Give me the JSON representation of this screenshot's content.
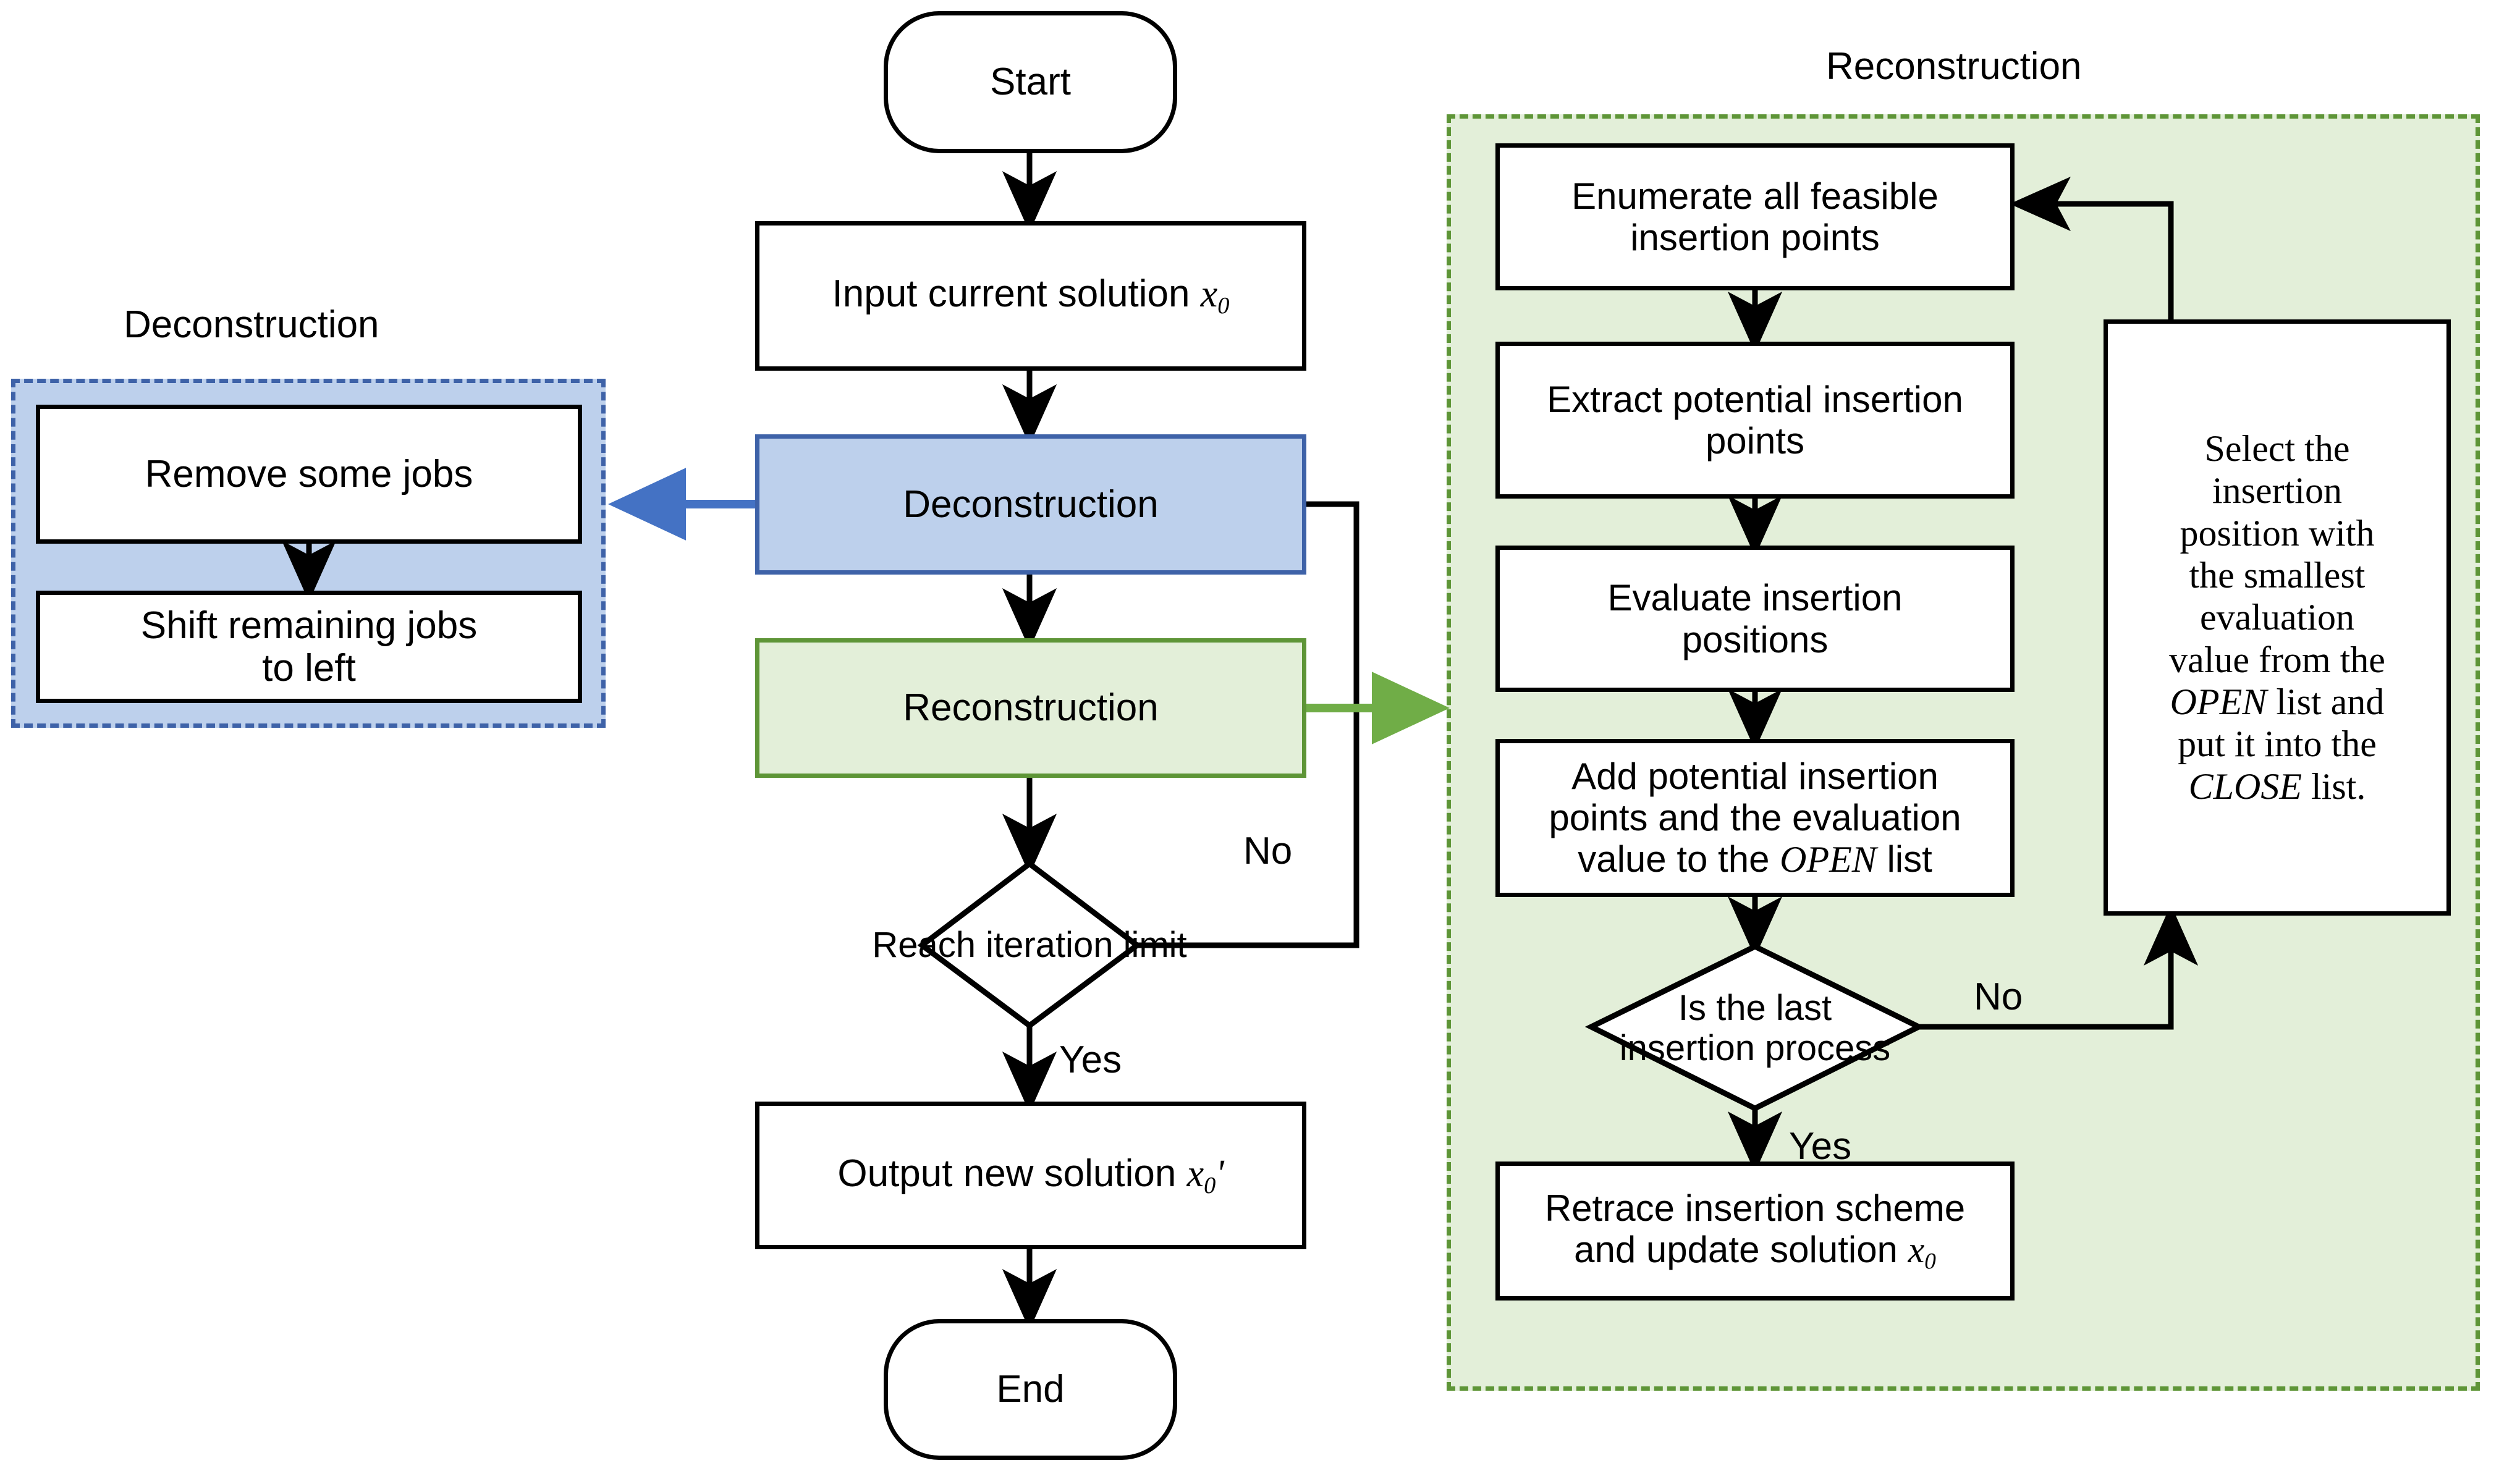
{
  "diagram": {
    "title": "Deconstruction-Reconstruction iterative improvement flowchart",
    "colors": {
      "blue_fill": "#BDD0EC",
      "blue_border": "#3E62A8",
      "green_fill": "#E3EFD9",
      "green_border": "#5E9537",
      "node_border": "#000000",
      "background": "#FFFFFF"
    }
  },
  "groups": {
    "deconstruction": {
      "title": "Deconstruction"
    },
    "reconstruction": {
      "title": "Reconstruction"
    }
  },
  "main_flow": {
    "start": "Start",
    "input": {
      "pre": "Input current solution ",
      "var": "x",
      "sub": "0",
      "post": ""
    },
    "deconstruction": "Deconstruction",
    "reconstruction": "Reconstruction",
    "decision": "Reach iteration limit",
    "decision_no": "No",
    "decision_yes": "Yes",
    "output": {
      "pre": "Output new solution ",
      "var": "x",
      "sub": "0",
      "post": "'"
    },
    "end": "End"
  },
  "deconstruction_steps": {
    "remove_jobs": "Remove some jobs",
    "shift_jobs_line1": "Shift remaining jobs",
    "shift_jobs_line2": "to left"
  },
  "reconstruction_steps": {
    "enumerate_line1": "Enumerate all feasible",
    "enumerate_line2": "insertion points",
    "extract_line1": "Extract potential insertion",
    "extract_line2": "points",
    "evaluate_line1": "Evaluate insertion",
    "evaluate_line2": "positions",
    "add_line1": "Add potential insertion",
    "add_line2": "points and the evaluation",
    "add_line3_pre": "value to the ",
    "add_line3_em": "OPEN",
    "add_line3_post": " list",
    "decision_line1": "Is the last",
    "decision_line2": "insertion process",
    "decision_no": "No",
    "decision_yes": "Yes",
    "retrace_line1": "Retrace insertion scheme",
    "retrace_line2_pre": "and update solution ",
    "retrace_line2_var": "x",
    "retrace_line2_sub": "0",
    "select_line1": "Select the",
    "select_line2": "insertion",
    "select_line3": "position with",
    "select_line4": "the smallest",
    "select_line5": "evaluation",
    "select_line6": "value from the",
    "select_line7_em": "OPEN",
    "select_line7_post": " list and",
    "select_line8": "put it into the",
    "select_line9_em": "CLOSE",
    "select_line9_post": " list."
  }
}
